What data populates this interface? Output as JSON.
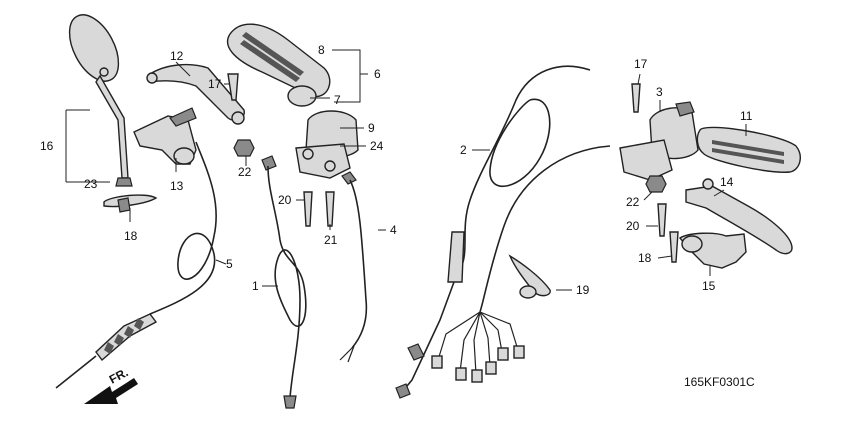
{
  "callouts": [
    {
      "id": "c1",
      "text": "1"
    },
    {
      "id": "c2",
      "text": "2"
    },
    {
      "id": "c3",
      "text": "3"
    },
    {
      "id": "c4",
      "text": "4"
    },
    {
      "id": "c5",
      "text": "5"
    },
    {
      "id": "c6",
      "text": "6"
    },
    {
      "id": "c7",
      "text": "7"
    },
    {
      "id": "c8",
      "text": "8"
    },
    {
      "id": "c9",
      "text": "9"
    },
    {
      "id": "c11",
      "text": "11"
    },
    {
      "id": "c12",
      "text": "12"
    },
    {
      "id": "c13",
      "text": "13"
    },
    {
      "id": "c14",
      "text": "14"
    },
    {
      "id": "c15",
      "text": "15"
    },
    {
      "id": "c16",
      "text": "16"
    },
    {
      "id": "c17a",
      "text": "17"
    },
    {
      "id": "c17b",
      "text": "17"
    },
    {
      "id": "c18a",
      "text": "18"
    },
    {
      "id": "c18b",
      "text": "18"
    },
    {
      "id": "c19",
      "text": "19"
    },
    {
      "id": "c20a",
      "text": "20"
    },
    {
      "id": "c20b",
      "text": "20"
    },
    {
      "id": "c21",
      "text": "21"
    },
    {
      "id": "c22a",
      "text": "22"
    },
    {
      "id": "c22b",
      "text": "22"
    },
    {
      "id": "c23",
      "text": "23"
    },
    {
      "id": "c24",
      "text": "24"
    }
  ],
  "front_arrow_label": "FR.",
  "diagram_code": "165KF0301C"
}
